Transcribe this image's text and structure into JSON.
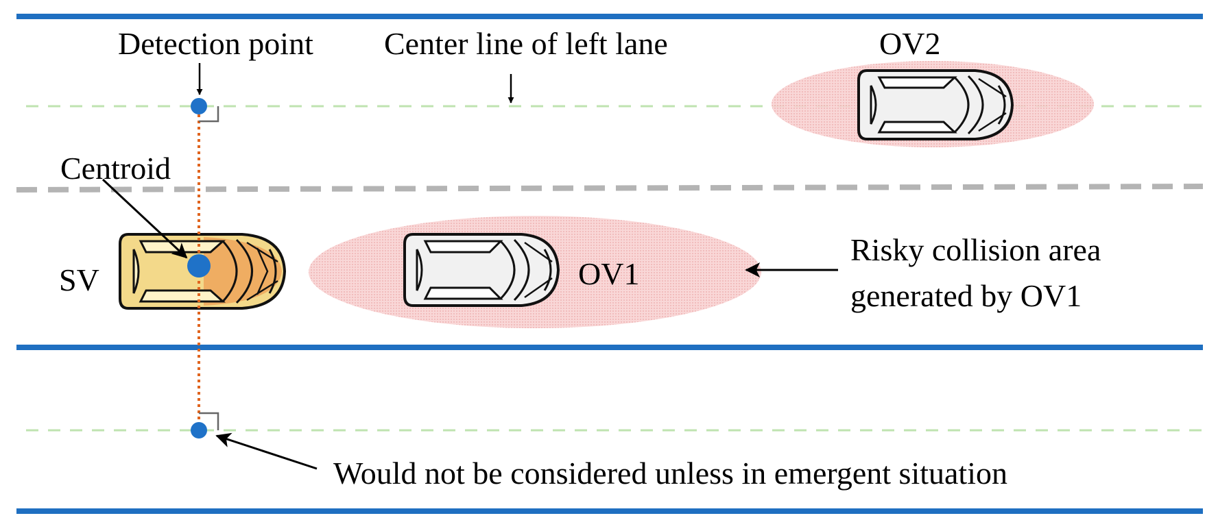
{
  "labels": {
    "detection_point": "Detection point",
    "center_line": "Center line of left lane",
    "ov2": "OV2",
    "centroid": "Centroid",
    "sv": "SV",
    "ov1": "OV1",
    "risk_line1": "Risky collision area",
    "risk_line2": "generated by OV1",
    "emergent": "Would not be considered unless in emergent situation"
  },
  "colors": {
    "road_edge": "#1f6fc1",
    "lane_divider": "#b4b4b4",
    "center_line": "#bfe3b0",
    "point": "#1f72c8",
    "perpendicular": "#e0641e",
    "risk_area": "#f6c4c4",
    "subject_vehicle": "#f3d98a",
    "other_vehicle": "#f1f1f1"
  }
}
